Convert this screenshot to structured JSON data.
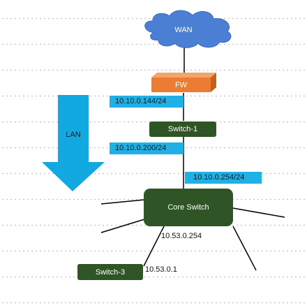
{
  "nodes": {
    "wan": "WAN",
    "fw": "FW",
    "switch1": "Switch-1",
    "core": "Core Switch",
    "switch3": "Switch-3"
  },
  "arrow_label": "LAN",
  "ip_labels": {
    "fw_switch1": "10.10.0.144/24",
    "switch1_core": "10.10.0.200/24",
    "core_uplink": "10.10.0.254/24",
    "core_downlink": "10.53.0.254",
    "switch3": "10.53.0.1"
  },
  "colors": {
    "cloud": "#4a7fd4",
    "firewall": "#ec7c31",
    "switch": "#2f5425",
    "ip_label": "#1fb0e6",
    "arrow": "#12a9e3"
  }
}
